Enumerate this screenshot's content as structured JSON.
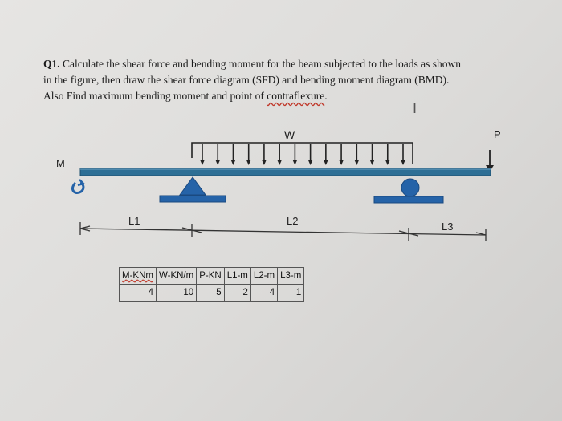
{
  "question": {
    "number": "Q1.",
    "line1_rest": "Calculate the shear force and bending moment for the beam subjected to the loads as shown",
    "line2": "in the figure, then draw the shear force diagram (SFD) and bending moment diagram (BMD).",
    "line3_pre": "Also Find maximum bending moment  and point of ",
    "line3_term": "contraflexure",
    "line3_post": "."
  },
  "cursor_glyph": "I",
  "diagram": {
    "load_w": "W",
    "load_p": "P",
    "moment": "M",
    "span_l1": "L1",
    "span_l2": "L2",
    "span_l3": "L3"
  },
  "table": {
    "headers": [
      "M-KNm",
      "W-KN/m",
      "P-KN",
      "L1-m",
      "L2-m",
      "L3-m"
    ],
    "values": [
      "4",
      "10",
      "5",
      "2",
      "4",
      "1"
    ]
  },
  "colors": {
    "beam": "#2e6f95",
    "beam_edge": "#1d4f6e",
    "support": "#2563a8",
    "text": "#1a1a1a",
    "spellcheck": "#c0392b"
  }
}
